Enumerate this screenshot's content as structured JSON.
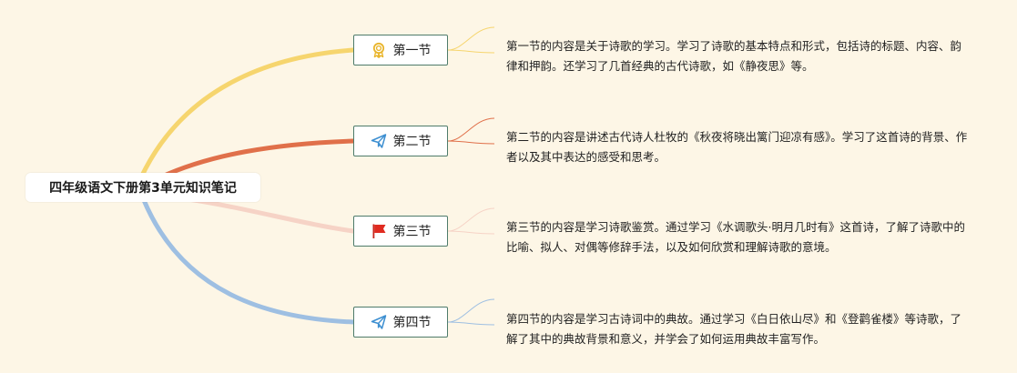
{
  "root": {
    "title": "四年级语文下册第3单元知识笔记"
  },
  "sections": [
    {
      "label": "第一节",
      "icon": "award-ribbon-icon",
      "color": "#f6d56e",
      "desc": "第一节的内容是关于诗歌的学习。学习了诗歌的基本特点和形式，包括诗的标题、内容、韵律和押韵。还学习了几首经典的古代诗歌，如《静夜思》等。"
    },
    {
      "label": "第二节",
      "icon": "paper-plane-icon",
      "color": "#e0704a",
      "desc": "第二节的内容是讲述古代诗人杜牧的《秋夜将晓出篱门迎凉有感》。学习了这首诗的背景、作者以及其中表达的感受和思考。"
    },
    {
      "label": "第三节",
      "icon": "red-flag-icon",
      "color": "#f6d3c6",
      "desc": "第三节的内容是学习诗歌鉴赏。通过学习《水调歌头·明月几时有》这首诗，了解了诗歌中的比喻、拟人、对偶等修辞手法，以及如何欣赏和理解诗歌的意境。"
    },
    {
      "label": "第四节",
      "icon": "paper-plane-icon",
      "color": "#9ebfe2",
      "desc": "第四节的内容是学习古诗词中的典故。通过学习《白日依山尽》和《登鹳雀楼》等诗歌，了解了其中的典故背景和意义，并学会了如何运用典故丰富写作。"
    }
  ]
}
